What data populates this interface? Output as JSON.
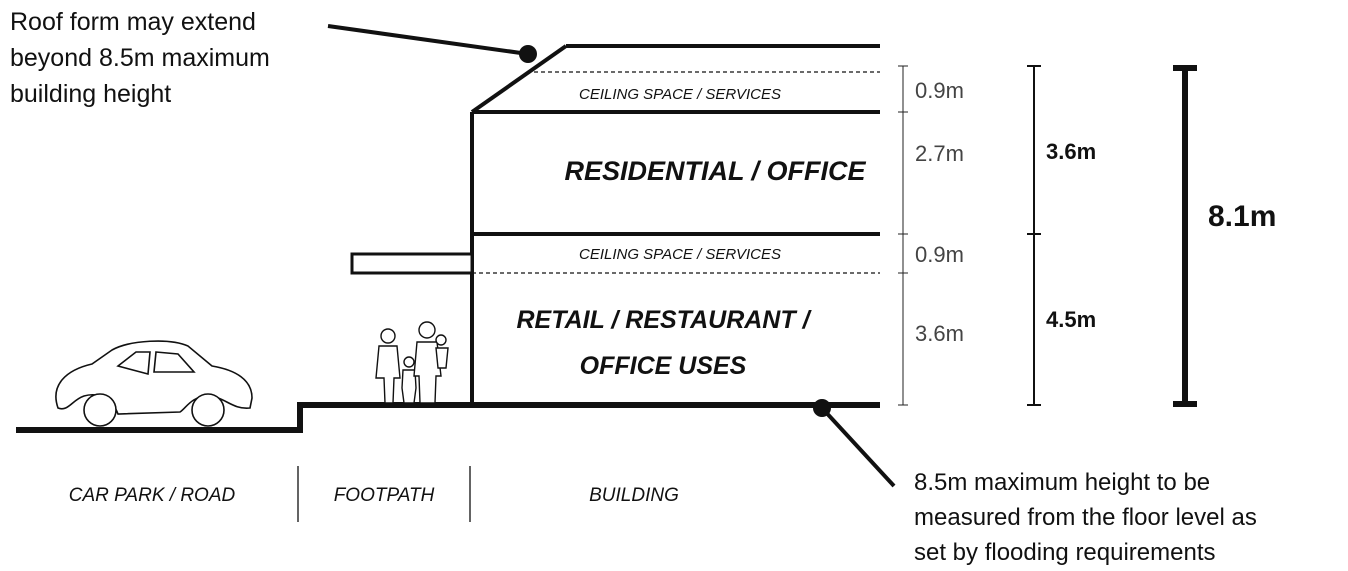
{
  "annotations": {
    "roof_note": [
      "Roof form may extend",
      "beyond 8.5m maximum",
      "building height"
    ],
    "height_note": [
      "8.5m maximum height to be",
      "measured from the floor level as",
      "set by flooding requirements"
    ]
  },
  "floors": {
    "upper_services": "CEILING SPACE  / SERVICES",
    "upper_use": "RESIDENTIAL / OFFICE",
    "lower_services": "CEILING SPACE  / SERVICES",
    "lower_use": [
      "RETAIL / RESTAURANT /",
      "OFFICE USES"
    ]
  },
  "dimensions": {
    "d1": "0.9m",
    "d2": "2.7m",
    "d3": "0.9m",
    "d4": "3.6m",
    "level_upper": "3.6m",
    "level_lower": "4.5m",
    "total": "8.1m"
  },
  "zones": {
    "car_park": "CAR PARK / ROAD",
    "footpath": "FOOTPATH",
    "building": "BUILDING"
  }
}
